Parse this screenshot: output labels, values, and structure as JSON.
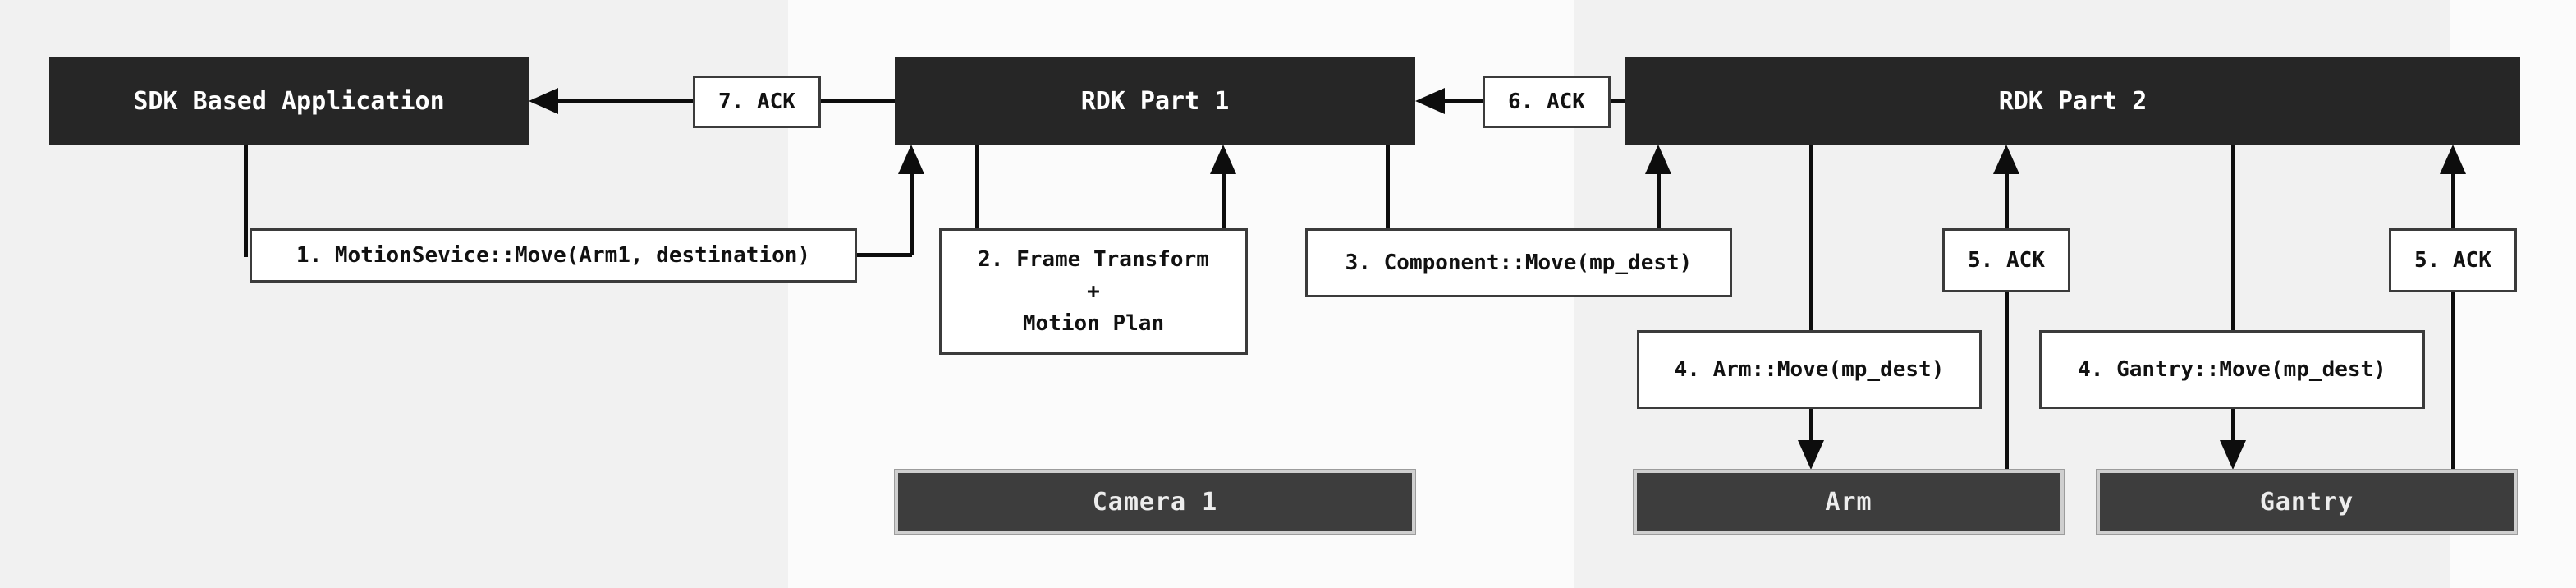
{
  "nodes": {
    "sdk_app": {
      "label": "SDK Based Application"
    },
    "rdk_part1": {
      "label": "RDK Part 1"
    },
    "rdk_part2": {
      "label": "RDK Part 2"
    },
    "camera1": {
      "label": "Camera 1"
    },
    "arm": {
      "label": "Arm"
    },
    "gantry": {
      "label": "Gantry"
    }
  },
  "messages": {
    "motion_service": {
      "label": "1. MotionSevice::Move(Arm1, destination)"
    },
    "frame_transform": {
      "lines": [
        "2. Frame Transform",
        "+",
        "Motion Plan"
      ]
    },
    "component_move": {
      "label": "3. Component::Move(mp_dest)"
    },
    "arm_move": {
      "label": "4. Arm::Move(mp_dest)"
    },
    "ack5_arm": {
      "label": "5. ACK"
    },
    "gantry_move": {
      "label": "4. Gantry::Move(mp_dest)"
    },
    "ack5_gantry": {
      "label": "5. ACK"
    },
    "ack6": {
      "label": "6. ACK"
    },
    "ack7": {
      "label": "7. ACK"
    }
  },
  "colors": {
    "node_dark": "#262626",
    "device_dark": "#3d3d3d",
    "line": "#0d0d0d",
    "box_bg": "#ffffff",
    "box_border": "#3b3b3b",
    "bg_light": "#f1f1f1",
    "bg_white": "#fbfbfb"
  }
}
